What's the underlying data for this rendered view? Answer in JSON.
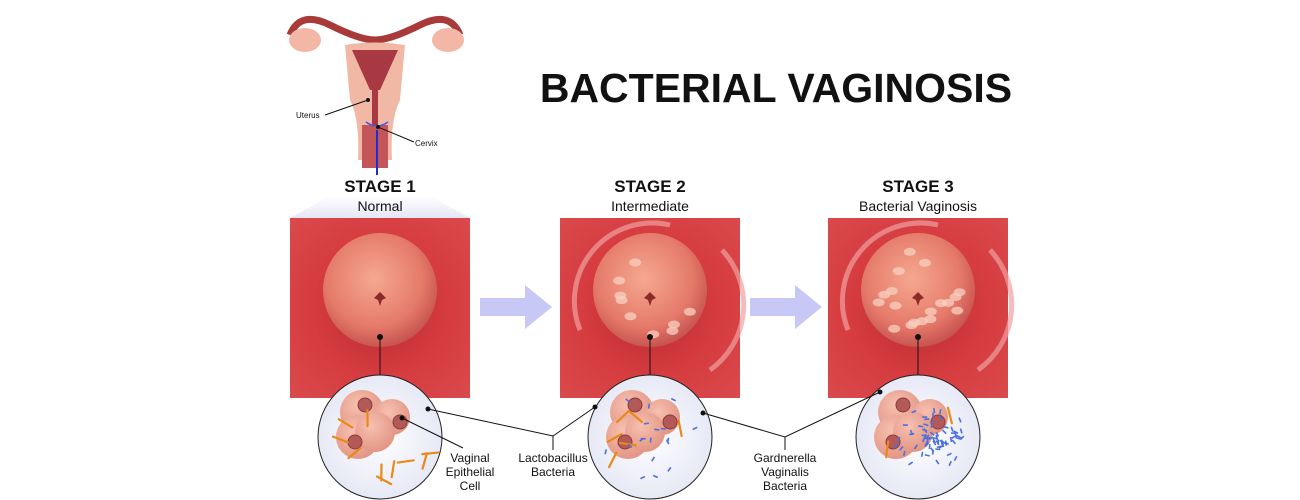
{
  "title": "BACTERIAL VAGINOSIS",
  "anatomy": {
    "uterus_label": "Uterus",
    "cervix_label": "Cervix"
  },
  "stages": [
    {
      "heading": "STAGE 1",
      "subtitle": "Normal"
    },
    {
      "heading": "STAGE 2",
      "subtitle": "Intermediate"
    },
    {
      "heading": "STAGE 3",
      "subtitle": "Bacterial Vaginosis"
    }
  ],
  "callouts": {
    "epithelial": [
      "Vaginal",
      "Epithelial",
      "Cell"
    ],
    "lactobacillus": [
      "Lactobacillus",
      "Bacteria"
    ],
    "gardnerella": [
      "Gardnerella",
      "Vaginalis",
      "Bacteria"
    ]
  },
  "colors": {
    "tissue": "#d0393f",
    "cervix": "#e8837a",
    "arrow": "#c9c9f5",
    "lacto": "#e8891a",
    "gardnerella": "#4a6fe0",
    "cell": "#f0a898"
  }
}
